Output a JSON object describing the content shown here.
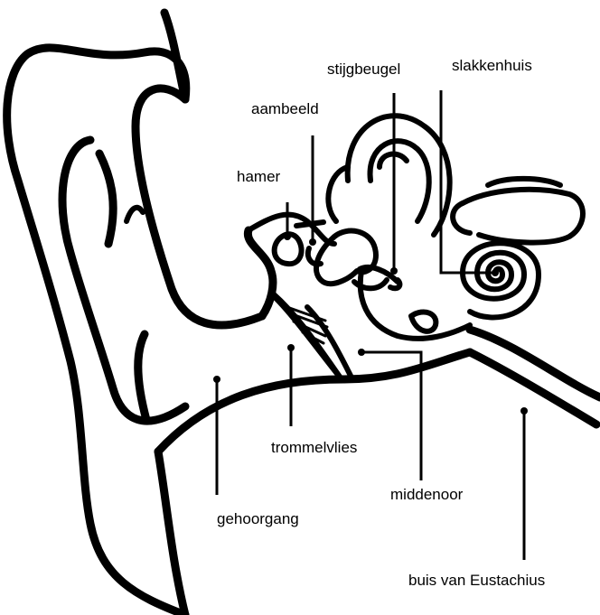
{
  "labels": {
    "stijgbeugel": "stijgbeugel",
    "slakkenhuis": "slakkenhuis",
    "aambeeld": "aambeeld",
    "hamer": "hamer",
    "trommelvlies": "trommelvlies",
    "middenoor": "middenoor",
    "gehoorgang": "gehoorgang",
    "buis_van_eustachius": "buis van Eustachius"
  }
}
